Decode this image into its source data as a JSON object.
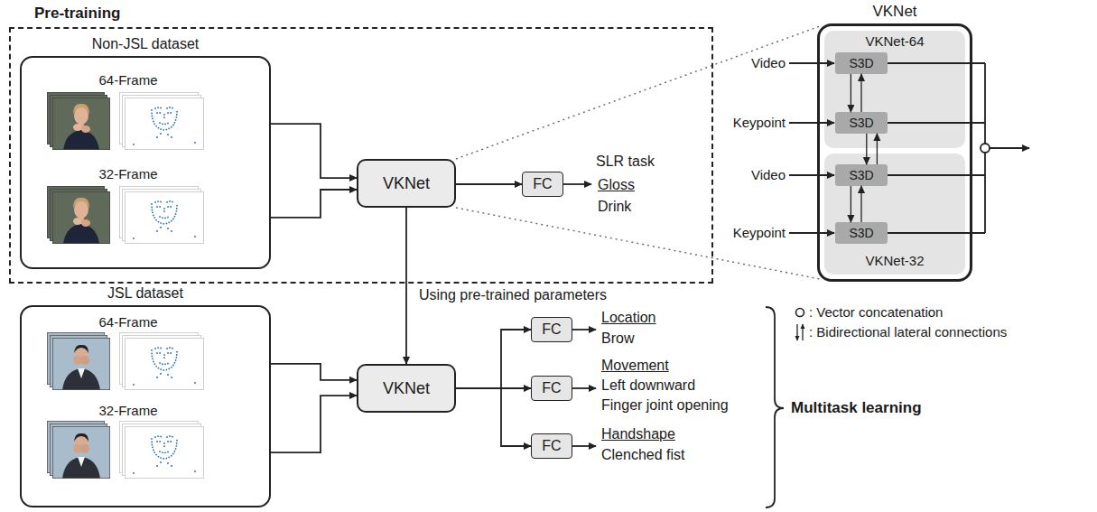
{
  "diagram": {
    "nodes": [
      {
        "text": [
          "Pre-training"
        ]
      },
      {
        "text": [
          "Non-JSL dataset",
          "64-Frame",
          "32-Frame"
        ],
        "in": 0
      },
      {
        "text": [
          "VKNet"
        ],
        "in": 0
      },
      {
        "text": [
          "FC"
        ],
        "in": 0
      },
      {
        "text": [
          "VKNet"
        ]
      },
      {
        "text": [
          "VKNet-64"
        ],
        "in": 4
      },
      {
        "text": [
          "S3D"
        ],
        "in": 5
      },
      {
        "text": [
          "S3D"
        ],
        "in": 5
      },
      {
        "text": [
          "VKNet-32"
        ],
        "in": 4
      },
      {
        "text": [
          "S3D"
        ],
        "in": 8
      },
      {
        "text": [
          "S3D"
        ],
        "in": 8
      },
      {
        "text": [
          "JSL dataset",
          "64-Frame",
          "32-Frame"
        ]
      },
      {
        "text": [
          "VKNet"
        ]
      },
      {
        "text": [
          "FC"
        ]
      },
      {
        "text": [
          "FC"
        ]
      },
      {
        "text": [
          "FC"
        ]
      }
    ],
    "edges": [
      {
        "from": 1,
        "to": 2,
        "arrow": "to"
      },
      {
        "from": 1,
        "to": 2,
        "arrow": "to"
      },
      {
        "from": 2,
        "to": 3,
        "arrow": "to"
      },
      {
        "from": 2,
        "to": 4,
        "arrow": "none"
      },
      {
        "from": 2,
        "to": 4,
        "arrow": "none"
      },
      {
        "from": 6,
        "to": 7,
        "arrow": "to"
      },
      {
        "from": 7,
        "to": 6,
        "arrow": "to"
      },
      {
        "from": 7,
        "to": 9,
        "arrow": "to"
      },
      {
        "from": 9,
        "to": 7,
        "arrow": "to"
      },
      {
        "from": 9,
        "to": 10,
        "arrow": "to"
      },
      {
        "from": 10,
        "to": 9,
        "arrow": "to"
      },
      {
        "from": 2,
        "to": 12,
        "label": "Using pre-trained parameters",
        "arrow": "to"
      },
      {
        "from": 11,
        "to": 12,
        "arrow": "to"
      },
      {
        "from": 11,
        "to": 12,
        "arrow": "to"
      },
      {
        "from": 12,
        "to": 13,
        "arrow": "to"
      },
      {
        "from": 12,
        "to": 14,
        "arrow": "to"
      },
      {
        "from": 12,
        "to": 15,
        "arrow": "to"
      }
    ],
    "labels": [
      "SLR task",
      "Gloss",
      "Drink",
      "Video",
      "Keypoint",
      "Video",
      "Keypoint",
      "Location",
      "Brow",
      "Movement",
      "Left downward",
      "Finger joint opening",
      "Handshape",
      "Clenched fist",
      "Multitask learning"
    ],
    "legend": [
      {
        "text": ": Vector concatenation"
      },
      {
        "text": ": Bidirectional lateral connections"
      }
    ]
  }
}
